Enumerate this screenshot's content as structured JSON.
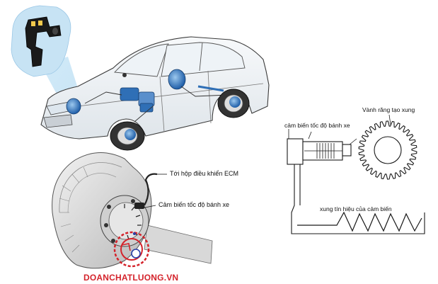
{
  "labels": {
    "ecm": "Tới hộp điều khiển ECM",
    "wheel_sensor": "Cảm biến tốc độ bánh xe",
    "tone_ring": "Vành răng tạo xung",
    "sensor_right": "cảm biến tốc độ bánh xe",
    "signal": "xung tín hiệu của cảm biến"
  },
  "watermark": {
    "text": "DOANCHATLUONG.VN",
    "color": "#d4232b"
  },
  "colors": {
    "car_blue": "#2f6fb6",
    "halo": "#bfe1f4",
    "line": "#1a1a1a"
  }
}
